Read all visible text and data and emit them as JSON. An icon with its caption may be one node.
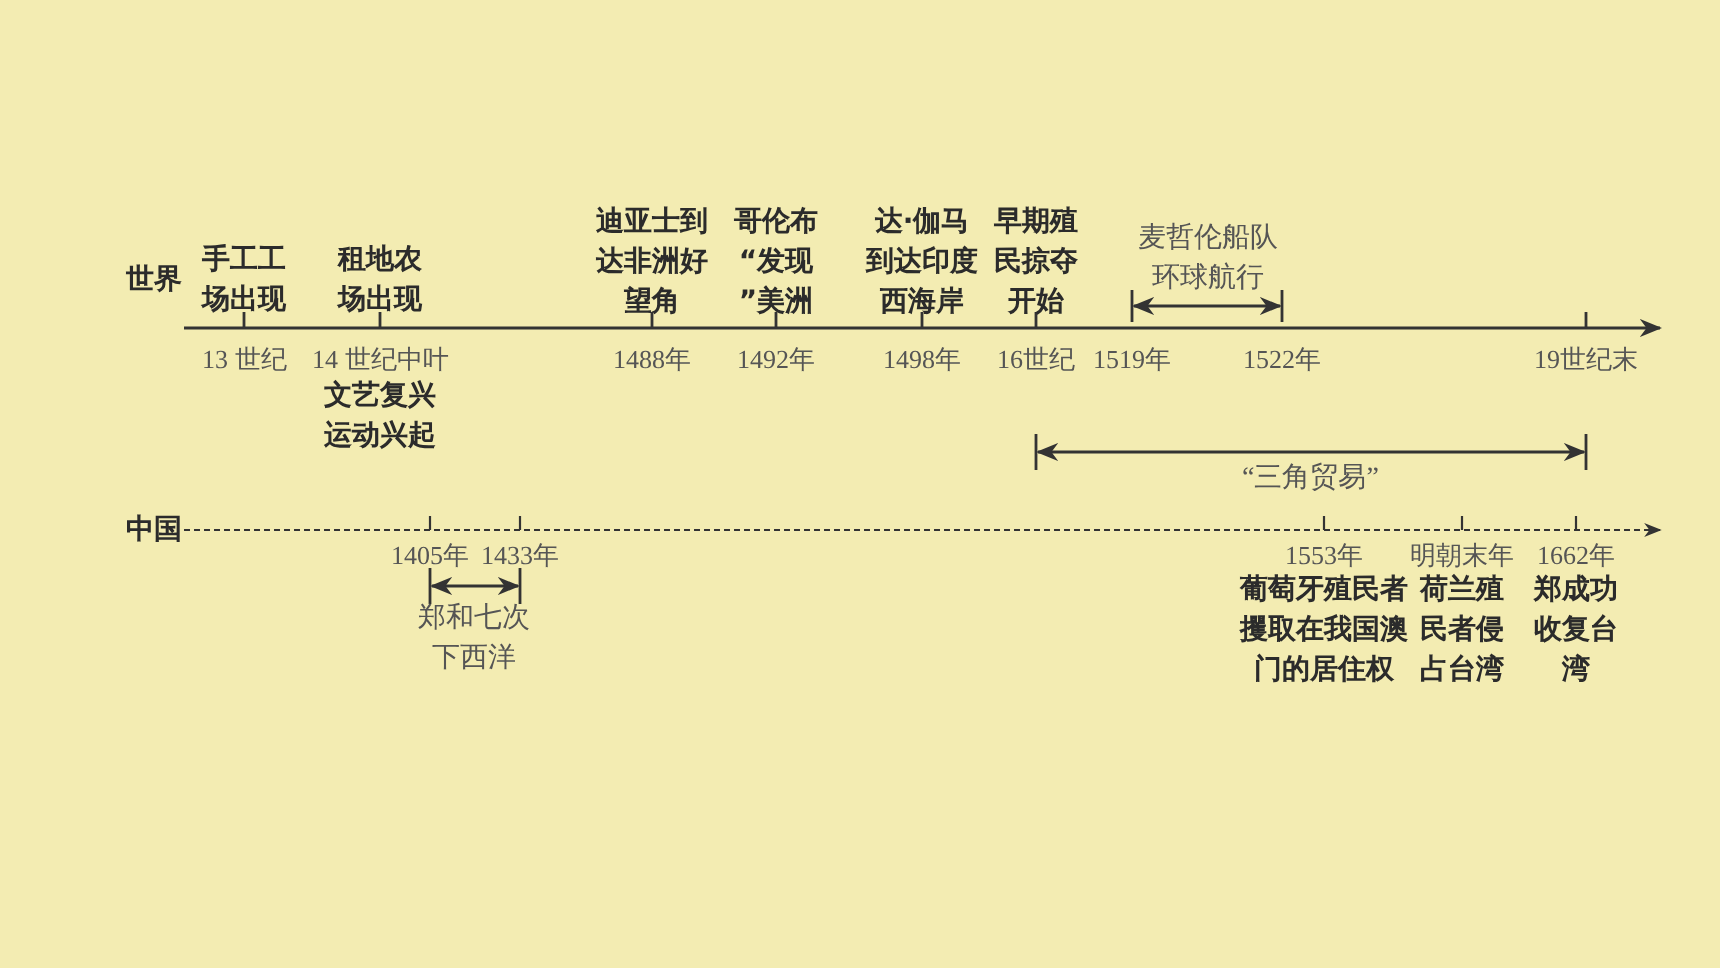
{
  "diagram": {
    "labels": [
      "世界",
      "手工工场出现",
      "租地农场出现",
      "迪亚士到达非洲好望角",
      "哥伦布“发现”美洲",
      "达·伽马到达印度西海岸",
      "早期殖民掠夺开始",
      "麦哲伦船队环球航行",
      "13 世纪",
      "14 世纪中叶",
      "1488年",
      "1492年",
      "1498年",
      "16世纪",
      "1519年",
      "1522年",
      "19世纪末",
      "文艺复兴运动兴起",
      "“三角贸易”",
      "中国",
      "1405年",
      "1433年",
      "1553年",
      "明朝末年",
      "1662年",
      "郑和七次下西洋",
      "葡萄牙殖民者攫取在我国澳门的居住权",
      "荷兰殖民者侵占台湾",
      "郑成功收复台湾"
    ]
  }
}
